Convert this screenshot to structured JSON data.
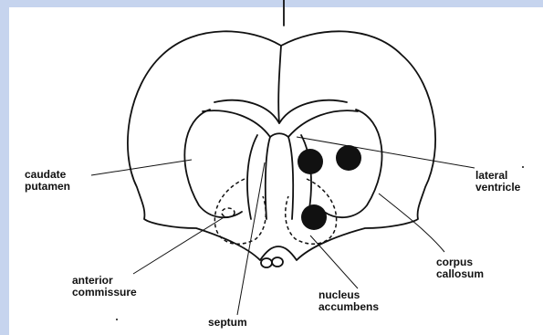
{
  "labels": {
    "caudate_putamen": [
      "caudate",
      "putamen"
    ],
    "lateral_ventricle": [
      "lateral",
      "ventricle"
    ],
    "corpus_callosum": [
      "corpus",
      "callosum"
    ],
    "anterior_commissure": [
      "anterior",
      "commissure"
    ],
    "nucleus_accumbens": [
      "nucleus",
      "accumbens"
    ],
    "septum": [
      "septum"
    ]
  },
  "colors": {
    "background": "#c6d4ee",
    "panel": "#ffffff",
    "ink": "#111111"
  }
}
